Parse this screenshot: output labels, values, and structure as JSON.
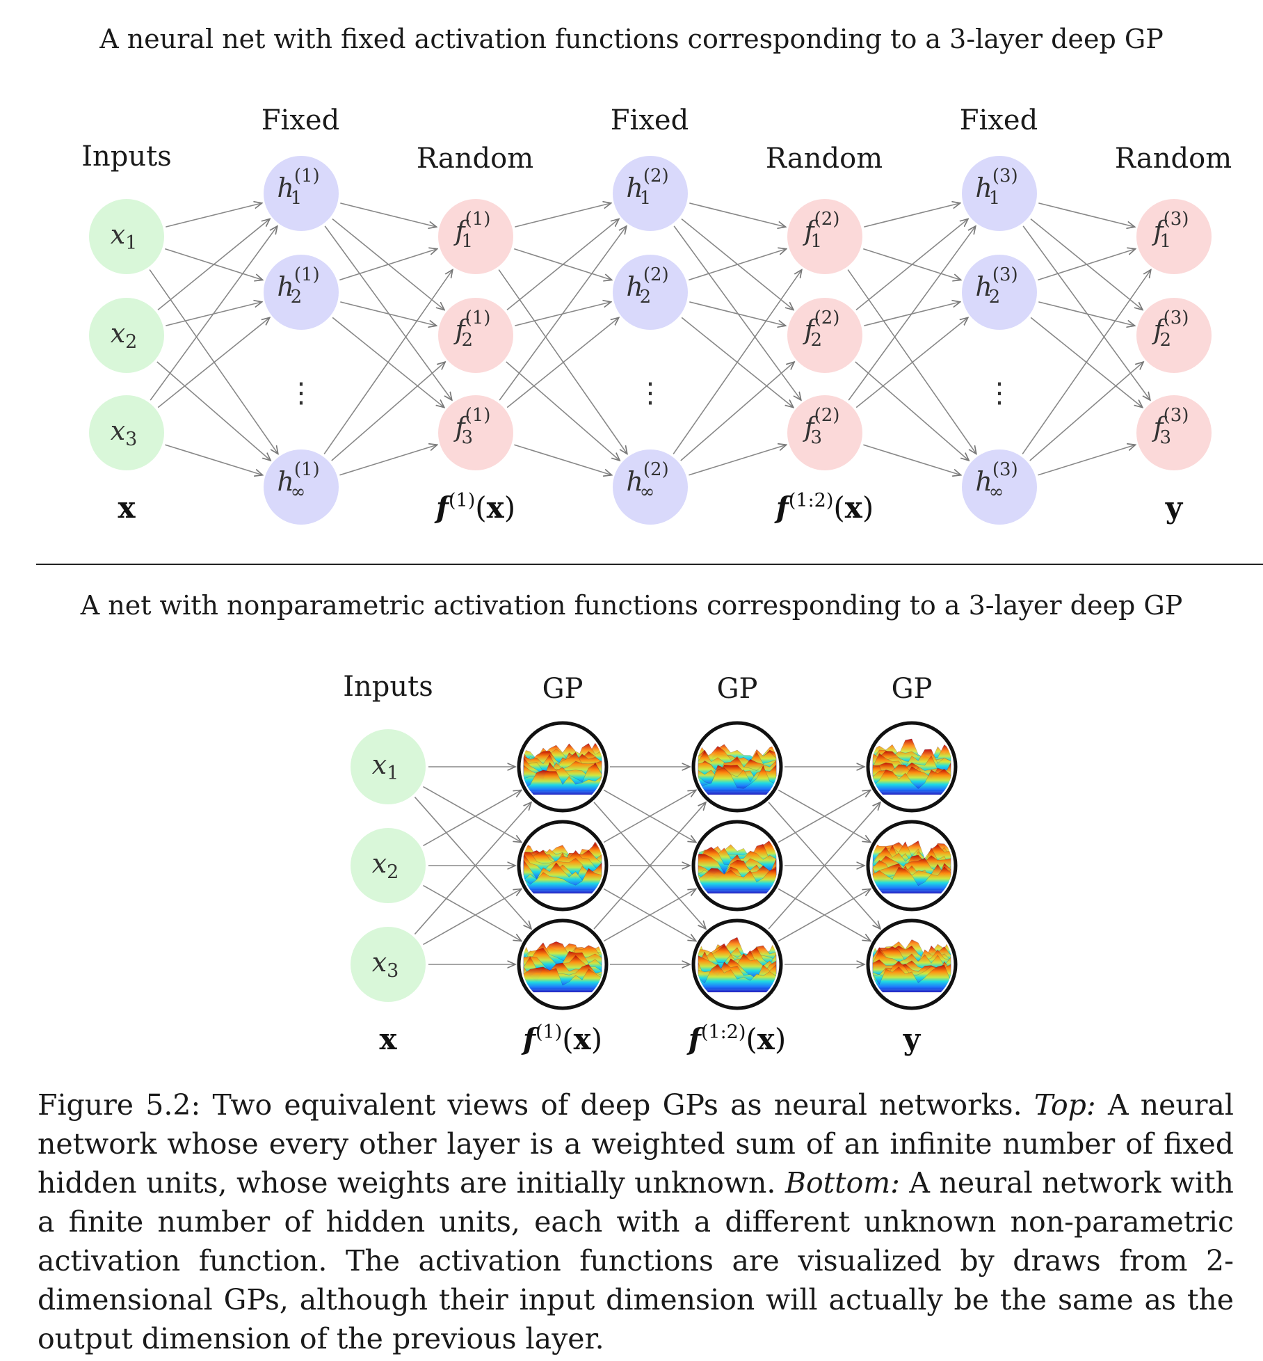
{
  "top": {
    "title": "A neural net with fixed activation functions corresponding to a 3-layer deep GP",
    "column_headers": [
      "Inputs",
      "Fixed",
      "Random",
      "Fixed",
      "Random",
      "Fixed",
      "Random"
    ],
    "inputs": [
      {
        "base": "x",
        "sub": "1"
      },
      {
        "base": "x",
        "sub": "2"
      },
      {
        "base": "x",
        "sub": "3"
      }
    ],
    "hidden_subscripts": [
      "1",
      "2",
      "∞"
    ],
    "random_subscripts": [
      "1",
      "2",
      "3"
    ],
    "layer_superscripts": [
      "(1)",
      "(2)",
      "(3)"
    ],
    "ellipsis": "⋮",
    "bottom_labels": [
      {
        "bold": "x",
        "sup": "",
        "paren": false
      },
      {
        "bold": "f",
        "sup": "(1)",
        "paren": true,
        "arg": "x"
      },
      {
        "bold": "f",
        "sup": "(1:2)",
        "paren": true,
        "arg": "x"
      },
      {
        "bold": "y",
        "sup": "",
        "paren": false
      }
    ]
  },
  "bottom": {
    "title": "A net with nonparametric activation functions corresponding to a 3-layer deep GP",
    "column_headers": [
      "Inputs",
      "GP",
      "GP",
      "GP"
    ],
    "bottom_labels": [
      {
        "bold": "x",
        "sup": "",
        "paren": false
      },
      {
        "bold": "f",
        "sup": "(1)",
        "paren": true,
        "arg": "x"
      },
      {
        "bold": "f",
        "sup": "(1:2)",
        "paren": true,
        "arg": "x"
      },
      {
        "bold": "y",
        "sup": "",
        "paren": false
      }
    ]
  },
  "colors": {
    "input_fill": "#d9f7d9",
    "hidden_fill": "#d9d9fb",
    "random_fill": "#fbd9d9",
    "edge": "#888888"
  },
  "caption": {
    "label": "Figure 5.2:",
    "intro": "Two equivalent views of deep GPs as neural networks.",
    "top_label": "Top:",
    "top_text": "A neural network whose every other layer is a weighted sum of an infinite number of fixed hidden units, whose weights are initially unknown.",
    "bottom_label": "Bottom:",
    "bottom_text": "A neural network with a finite number of hidden units, each with a different unknown non-parametric activation function. The activation functions are visualized by draws from 2-dimensional GPs, although their input dimension will actually be the same as the output dimension of the previous layer."
  }
}
